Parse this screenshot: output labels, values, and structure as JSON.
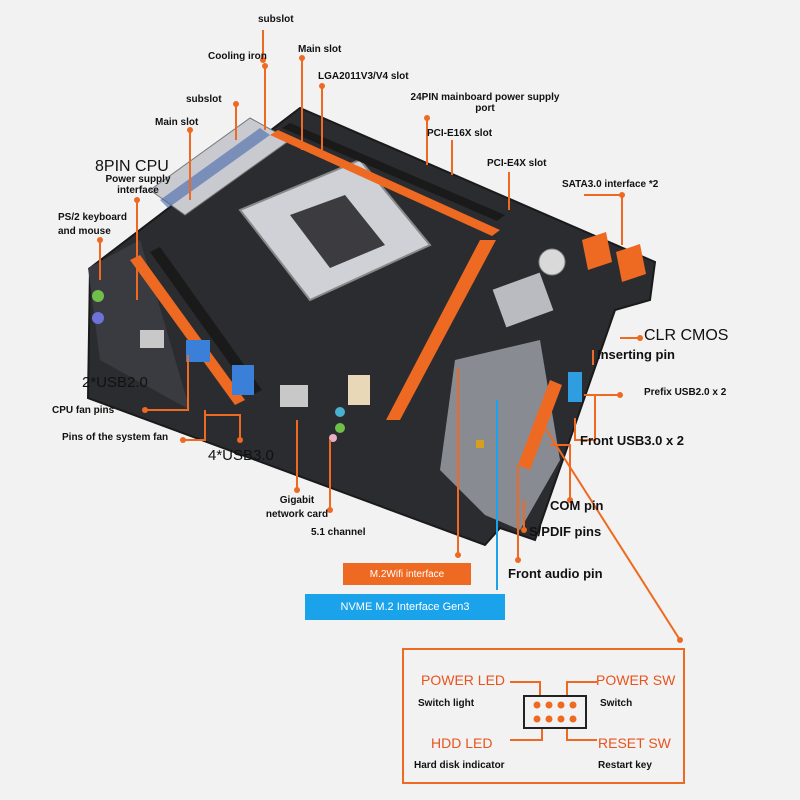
{
  "callouts": {
    "subslot_top": "subslot",
    "main_slot_top": "Main slot",
    "cooling_iron": "Cooling iron",
    "lga_slot": "LGA2011V3/V4 slot",
    "power_24pin_line1": "24PIN mainboard power supply",
    "power_24pin_line2": "port",
    "pcie16": "PCI-E16X slot",
    "pcie4": "PCI-E4X slot",
    "subslot_left": "subslot",
    "main_slot_left": "Main slot",
    "cpu_8pin_title": "8PIN CPU",
    "cpu_8pin_line1": "Power supply",
    "cpu_8pin_line2": "interface",
    "sata": "SATA3.0 interface *2",
    "ps2_line1": "PS/2 keyboard",
    "ps2_line2": "and mouse",
    "clr_cmos": "CLR CMOS",
    "inserting_pin": "Inserting pin",
    "prefix_usb": "Prefix USB2.0 x 2",
    "usb2": "2*USB2.0",
    "cpu_fan": "CPU fan pins",
    "front_usb3": "Front USB3.0 x 2",
    "sys_fan": "Pins of the system fan",
    "usb3": "4*USB3.0",
    "com_pin": "COM pin",
    "gigabit_line1": "Gigabit",
    "gigabit_line2": "network card",
    "spdif": "S/PDIF pins",
    "channel51": "5.1 channel",
    "m2_wifi": "M.2Wifi interface",
    "front_audio": "Front audio pin",
    "nvme": "NVME M.2 Interface Gen3"
  },
  "legend": {
    "power_led": "POWER LED",
    "power_sw": "POWER SW",
    "switch_light": "Switch light",
    "switch": "Switch",
    "hdd_led": "HDD  LED",
    "reset_sw": "RESET SW",
    "hdd_indicator": "Hard disk indicator",
    "restart_key": "Restart key"
  },
  "colors": {
    "accent_orange": "#ee6a22",
    "nvme_blue": "#1aa3ea",
    "board": "#2b2c30"
  }
}
